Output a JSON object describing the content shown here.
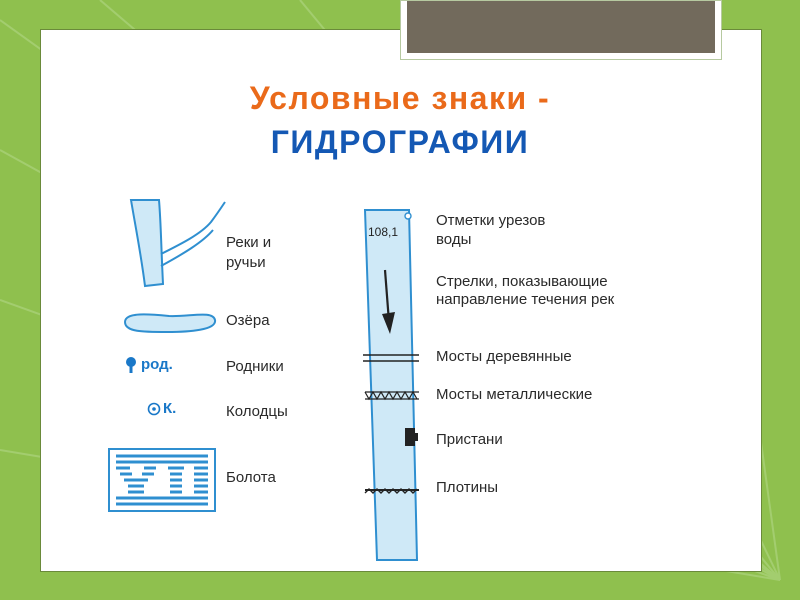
{
  "slide": {
    "title_line1": "Условные знаки -",
    "title_line2": "ГИДРОГРАФИИ"
  },
  "legend": {
    "rivers": {
      "label_line1": "Реки и",
      "label_line2": "ручьи"
    },
    "lakes": {
      "label": "Озёра"
    },
    "springs": {
      "label": "Родники",
      "symbol_text": "род."
    },
    "wells": {
      "label": "Колодцы",
      "symbol_text": "К."
    },
    "swamps": {
      "label": "Болота"
    },
    "elevation_marks": {
      "label_line1": "Отметки урезов",
      "label_line2": "воды",
      "symbol_text": "108,1"
    },
    "flow_arrows": {
      "label_line1": "Стрелки, показывающие",
      "label_line2": "направление течения рек"
    },
    "wooden_bridges": {
      "label": "Мосты деревянные"
    },
    "metal_bridges": {
      "label": "Мосты металлические"
    },
    "piers": {
      "label": "Пристани"
    },
    "dams": {
      "label": "Плотины"
    }
  },
  "colors": {
    "background": "#8fc04e",
    "title_orange": "#ea6a1a",
    "title_blue": "#1458b4",
    "water_fill": "#cfe9f7",
    "water_stroke": "#2f8fd0",
    "tab": "#726a5c"
  }
}
